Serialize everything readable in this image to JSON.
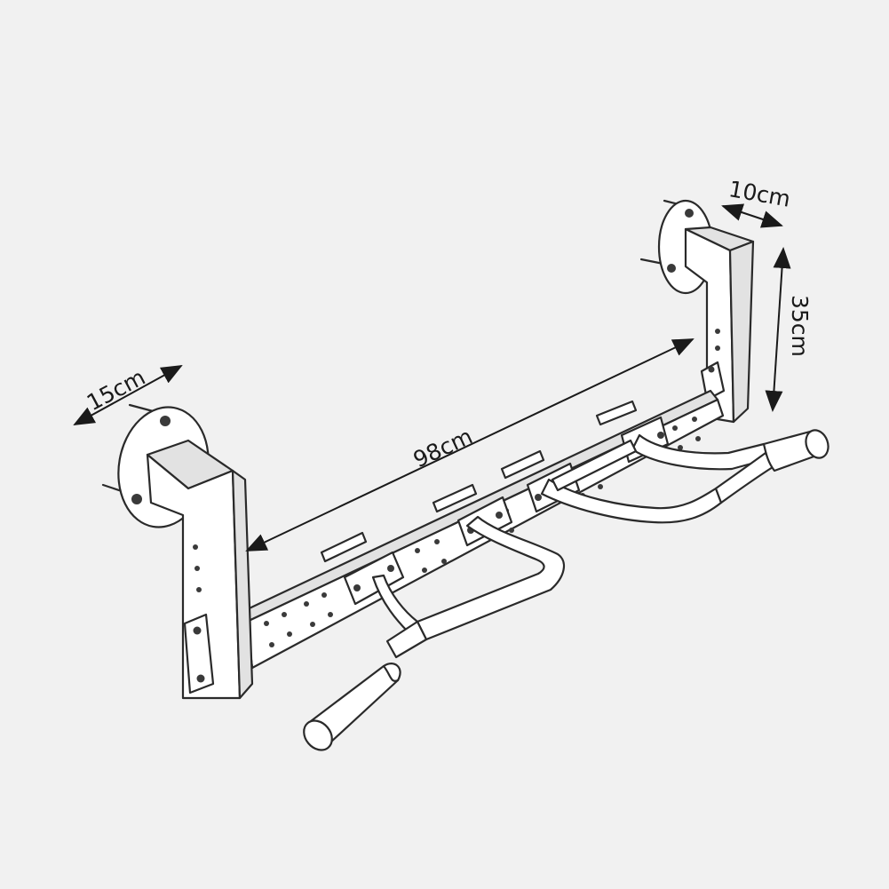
{
  "dimensions": {
    "depth_left": "15cm",
    "length": "98cm",
    "depth_right": "10cm",
    "height": "35cm"
  },
  "colors": {
    "background": "#f1f1f1",
    "line": "#2a2a2a"
  }
}
